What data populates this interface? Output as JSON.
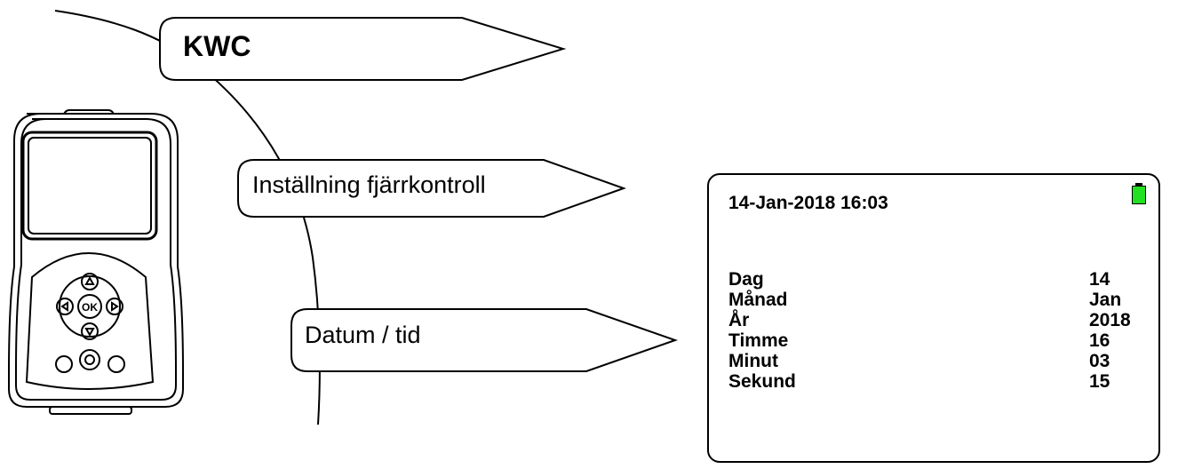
{
  "menu": {
    "title": "KWC",
    "items": [
      "Inställning fjärrkontroll",
      "Datum / tid"
    ]
  },
  "screen": {
    "datetime": "14-Jan-2018 16:03",
    "battery": {
      "color": "#22e022",
      "level": 1.0
    },
    "fields": [
      {
        "label": "Dag",
        "value": "14"
      },
      {
        "label": "Månad",
        "value": "Jan"
      },
      {
        "label": "År",
        "value": "2018"
      },
      {
        "label": "Timme",
        "value": "16"
      },
      {
        "label": "Minut",
        "value": "03"
      },
      {
        "label": "Sekund",
        "value": "15"
      }
    ]
  },
  "device": {
    "center_button": "OK"
  }
}
